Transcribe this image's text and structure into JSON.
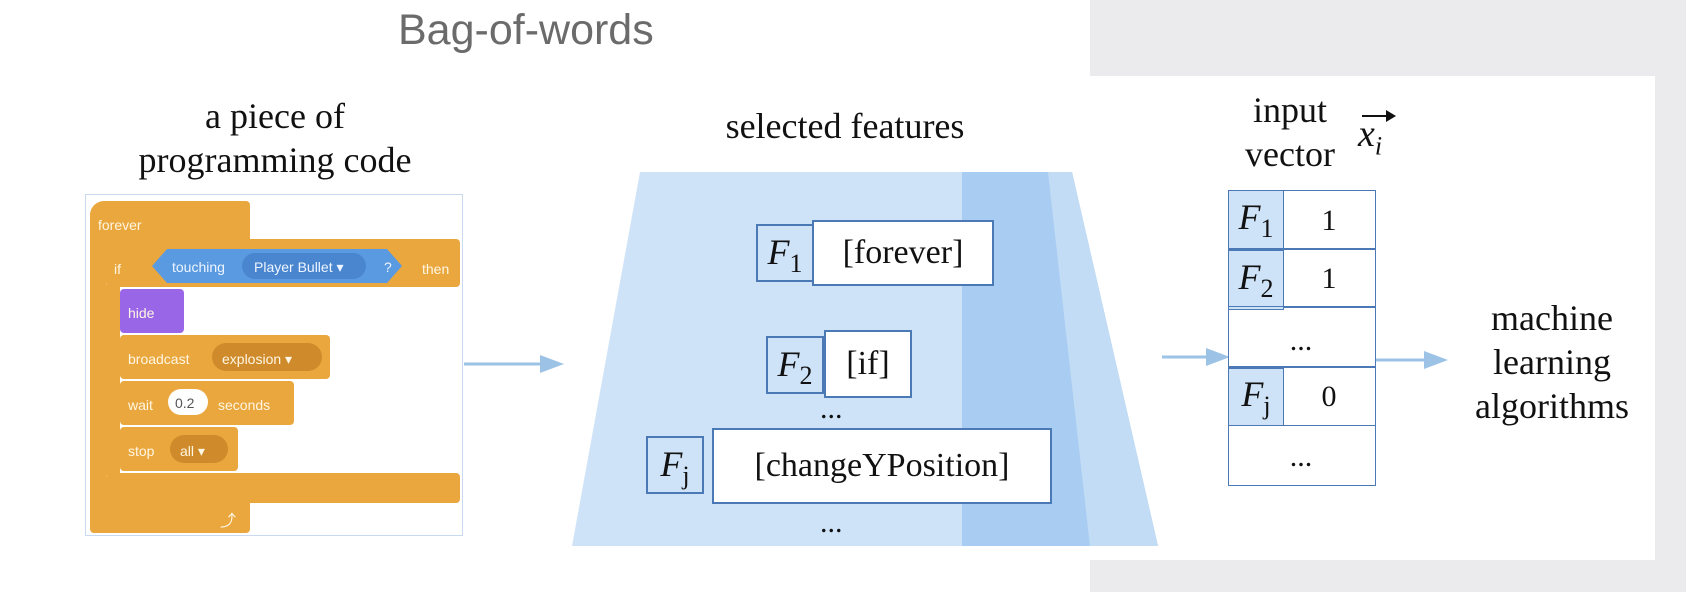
{
  "title": "Bag-of-words",
  "code_heading": {
    "line1": "a piece of",
    "line2": "programming code"
  },
  "features_heading": "selected features",
  "vector_heading": {
    "line1": "input",
    "line2": "vector",
    "symbol": "x",
    "subscript": "i"
  },
  "code_blocks": {
    "forever": "forever",
    "if": "if",
    "touching": "touching",
    "player_bullet": "Player Bullet ▾",
    "question": "?",
    "then": "then",
    "hide": "hide",
    "broadcast": "broadcast",
    "explosion": "explosion ▾",
    "wait": "wait",
    "wait_value": "0.2",
    "seconds": "seconds",
    "stop": "stop",
    "stop_value": "all ▾",
    "loop_arrow": "⤴"
  },
  "features": [
    {
      "name": "F",
      "sub": "1",
      "value": "[forever]"
    },
    {
      "name": "F",
      "sub": "2",
      "value": "[if]"
    },
    {
      "name": "F",
      "sub": "j",
      "value": "[changeYPosition]"
    }
  ],
  "feature_ellipsis": "...",
  "vector_rows": [
    {
      "name": "F",
      "sub": "1",
      "value": "1"
    },
    {
      "name": "F",
      "sub": "2",
      "value": "1"
    },
    {
      "ellipsis": "..."
    },
    {
      "name": "F",
      "sub": "j",
      "value": "0"
    },
    {
      "ellipsis": "..."
    }
  ],
  "output_label": {
    "line1": "machine",
    "line2": "learning",
    "line3": "algorithms"
  },
  "colors": {
    "panel_fill": "#cfe3f8",
    "panel_dark": "#a9cdf2",
    "arrow": "#9cc3e6",
    "border": "#4b79b6",
    "scratch_orange": "#e9a73d",
    "scratch_purple": "#9a66e8",
    "scratch_blue": "#5a9ae0"
  }
}
